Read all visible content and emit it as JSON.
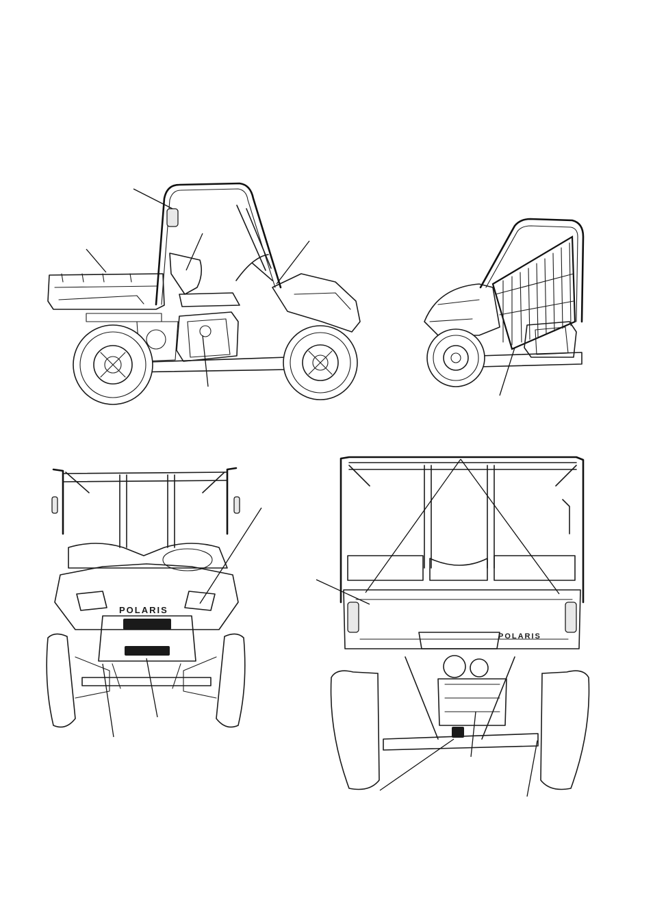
{
  "views": {
    "side_left": {
      "name": "vehicle-left-side-view"
    },
    "side_right": {
      "name": "vehicle-right-side-view"
    },
    "front": {
      "name": "vehicle-front-view",
      "logo_text": "POLARIS"
    },
    "rear": {
      "name": "vehicle-rear-view",
      "logo_text": "POLARIS"
    }
  },
  "colors": {
    "line": "#1a1a1a",
    "background": "#ffffff"
  }
}
